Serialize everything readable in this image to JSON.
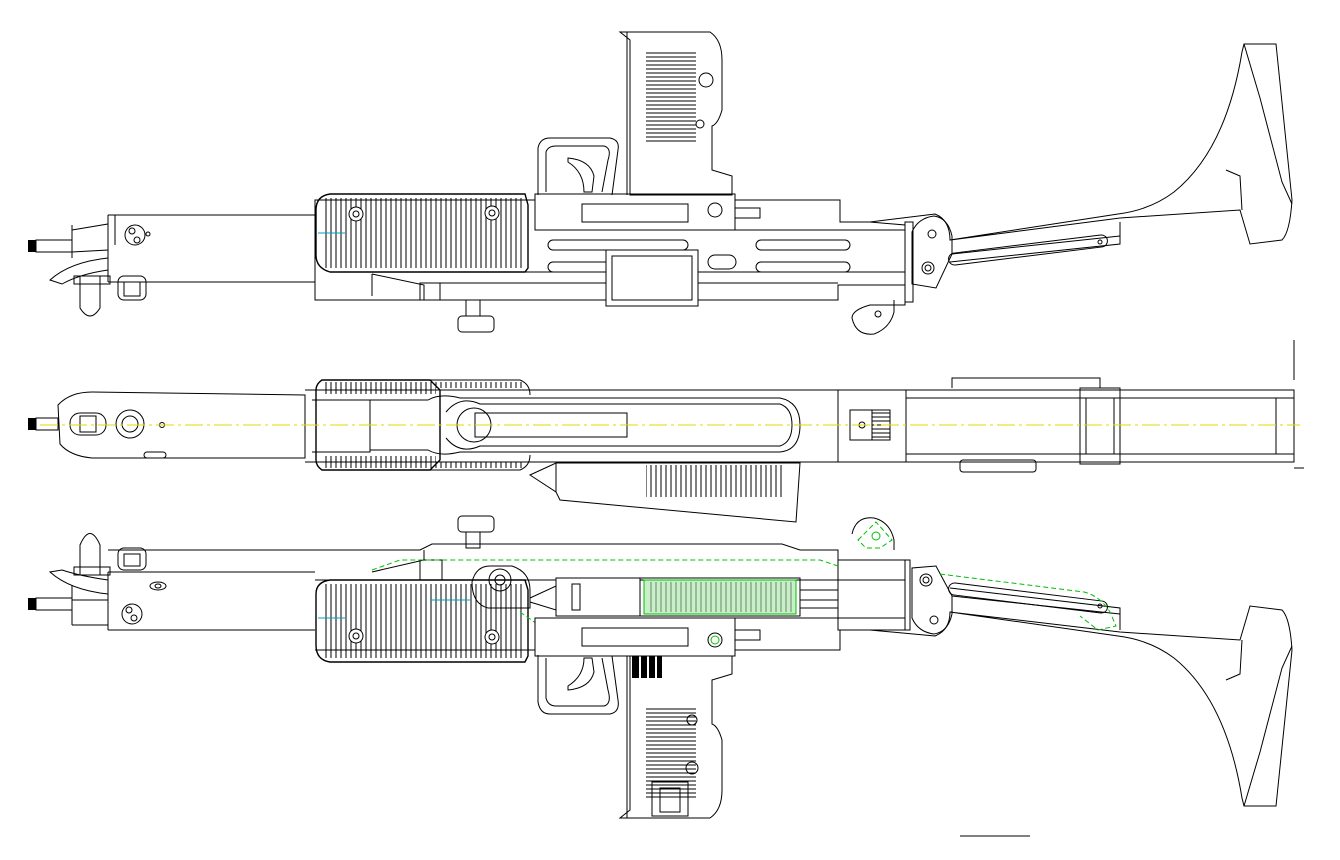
{
  "drawing": {
    "views": [
      "side-view-left",
      "top-view",
      "side-view-right"
    ]
  },
  "colors": {
    "line": "#000000",
    "centerline": "#e6d800",
    "hidden_line": "#00c000",
    "construction_line": "#00a0c8",
    "background": "#ffffff"
  },
  "icons": [
    "grip-serration-pattern",
    "handguard-ribbing",
    "folding-stock",
    "magazine",
    "trigger",
    "sight",
    "cocking-knob"
  ]
}
